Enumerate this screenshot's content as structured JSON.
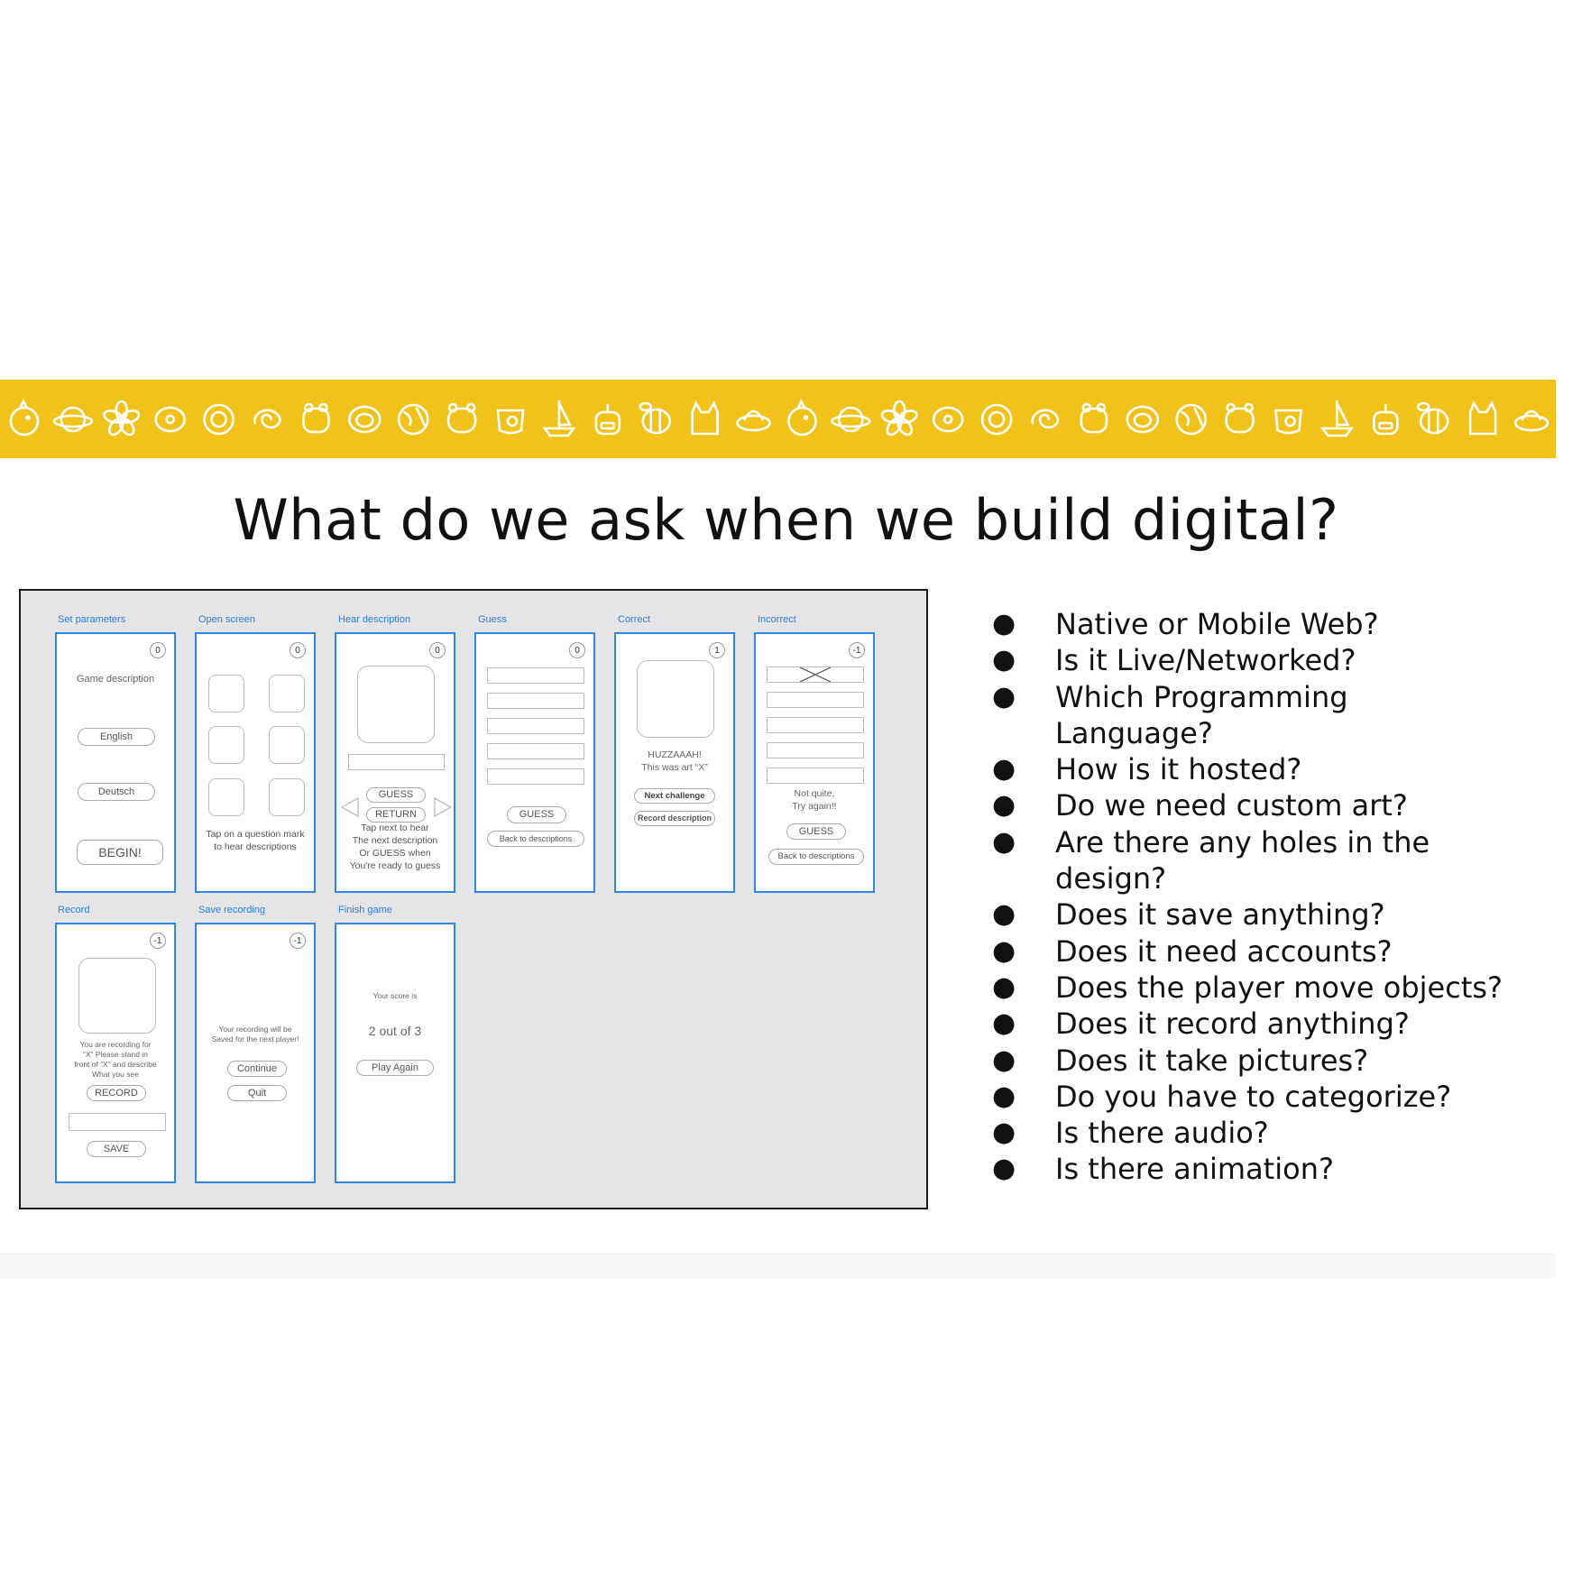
{
  "slide": {
    "title": "What do we ask when we build digital?"
  },
  "banner": {
    "color": "#f1c31a",
    "icons": [
      "chick-icon",
      "planet-icon",
      "flower-icon",
      "donut-icon",
      "cookie-icon",
      "cinnamon-roll-icon",
      "frog-icon",
      "egg-icon",
      "globe-icon",
      "hamster-icon",
      "fishbowl-icon",
      "sailboat-icon",
      "robot-icon",
      "bee-icon",
      "cat-icon",
      "ufo-icon",
      "chick-icon",
      "planet-icon",
      "flower-icon",
      "donut-icon",
      "cookie-icon",
      "cinnamon-roll-icon",
      "frog-icon",
      "egg-icon",
      "globe-icon",
      "hamster-icon",
      "fishbowl-icon",
      "sailboat-icon",
      "robot-icon",
      "bee-icon",
      "cat-icon",
      "ufo-icon"
    ]
  },
  "wireframes": {
    "set_parameters": {
      "label": "Set parameters",
      "score": "0",
      "description": "Game description",
      "english": "English",
      "deutsch": "Deutsch",
      "begin": "BEGIN!"
    },
    "open_screen": {
      "label": "Open screen",
      "score": "0",
      "hint_line1": "Tap on a question mark",
      "hint_line2": "to hear descriptions"
    },
    "hear_description": {
      "label": "Hear description",
      "score": "0",
      "guess": "GUESS",
      "return": "RETURN",
      "text_line1": "Tap next to hear",
      "text_line2": "The next description",
      "text_line3": "Or GUESS when",
      "text_line4": "You're ready to guess"
    },
    "guess": {
      "label": "Guess",
      "score": "0",
      "guess": "GUESS",
      "back": "Back to descriptions"
    },
    "correct": {
      "label": "Correct",
      "score": "1",
      "text_line1": "HUZZAAAH!",
      "text_line2": "This was art “X”",
      "next": "Next challenge",
      "record": "Record description"
    },
    "incorrect": {
      "label": "Incorrect",
      "score": "-1",
      "text_line1": "Not quite,",
      "text_line2": "Try again!!",
      "guess": "GUESS",
      "back": "Back to descriptions"
    },
    "record": {
      "label": "Record",
      "score": "-1",
      "text_line1": "You are recording for",
      "text_line2": "“X” Please stand in",
      "text_line3": "front of “X” and describe",
      "text_line4": "What you see",
      "record": "RECORD",
      "save": "SAVE"
    },
    "save_recording": {
      "label": "Save recording",
      "score": "-1",
      "text_line1": "Your recording will be",
      "text_line2": "Saved for the next player!",
      "continue": "Continue",
      "quit": "Quit"
    },
    "finish_game": {
      "label": "Finish game",
      "text_line1": "Your score is",
      "score_text": "2 out of 3",
      "play_again": "Play Again"
    },
    "accent_color": "#2f86e6"
  },
  "questions": [
    {
      "bullet": "●",
      "line1": "Native or Mobile Web?",
      "line2": ""
    },
    {
      "bullet": "●",
      "line1": "Is it Live/Networked?",
      "line2": ""
    },
    {
      "bullet": "●",
      "line1": "Which Programming",
      "line2": "Language?"
    },
    {
      "bullet": "●",
      "line1": "How is it hosted?",
      "line2": ""
    },
    {
      "bullet": "●",
      "line1": "Do we need custom art?",
      "line2": ""
    },
    {
      "bullet": "●",
      "line1": "Are there any holes in the",
      "line2": "design?"
    },
    {
      "bullet": "●",
      "line1": "Does it save anything?",
      "line2": ""
    },
    {
      "bullet": "●",
      "line1": "Does it need accounts?",
      "line2": ""
    },
    {
      "bullet": "●",
      "line1": "Does the player move objects?",
      "line2": ""
    },
    {
      "bullet": "●",
      "line1": "Does it record anything?",
      "line2": ""
    },
    {
      "bullet": "●",
      "line1": "Does it take pictures?",
      "line2": ""
    },
    {
      "bullet": "●",
      "line1": "Do you have to categorize?",
      "line2": ""
    },
    {
      "bullet": "●",
      "line1": "Is there audio?",
      "line2": ""
    },
    {
      "bullet": "●",
      "line1": "Is there animation?",
      "line2": ""
    }
  ]
}
